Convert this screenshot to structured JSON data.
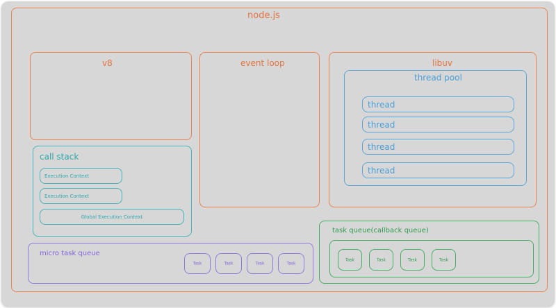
{
  "diagram": {
    "title": "node.js",
    "v8": {
      "label": "v8"
    },
    "event_loop": {
      "label": "event loop"
    },
    "libuv": {
      "label": "libuv",
      "thread_pool": {
        "label": "thread pool",
        "threads": [
          "thread",
          "thread",
          "thread",
          "thread"
        ]
      }
    },
    "call_stack": {
      "label": "call stack",
      "contexts": [
        "Execution Context",
        "Execution Context",
        "Global Execution Context"
      ]
    },
    "micro_task_queue": {
      "label": "micro task queue",
      "tasks": [
        "Task",
        "Task",
        "Task",
        "Task"
      ]
    },
    "task_queue": {
      "label": "task queue(callback queue)",
      "tasks": [
        "Task",
        "Task",
        "Task",
        "Task"
      ]
    },
    "colors": {
      "background": "#d7d7d7",
      "nodejs": "#e8834f",
      "libuv": "#e8834f",
      "thread_pool": "#5aa7d8",
      "call_stack": "#45b3b7",
      "micro_task_queue": "#8f7bdb",
      "task_queue": "#46ad64"
    }
  }
}
